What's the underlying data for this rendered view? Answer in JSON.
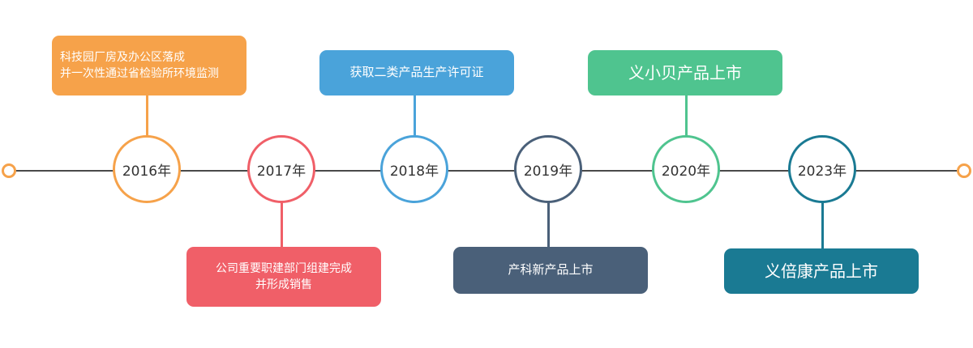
{
  "colors": {
    "orange": "#f6a24a",
    "red": "#f05f68",
    "blue": "#4aa3da",
    "slate": "#4a6079",
    "green": "#4fc48f",
    "teal": "#1a7a93",
    "axis": "#4a4a4a"
  },
  "icons": {
    "start": "circle-endpoint-icon",
    "end": "circle-endpoint-icon"
  },
  "timeline": [
    {
      "year": "2016年",
      "color": "orange",
      "event_lines": [
        "科技园厂房及办公区落成",
        "并一次性通过省检验所环境监测"
      ]
    },
    {
      "year": "2017年",
      "color": "red",
      "event_lines": [
        "公司重要职建部门组建完成",
        "并形成销售"
      ]
    },
    {
      "year": "2018年",
      "color": "blue",
      "event_lines": [
        "获取二类产品生产许可证"
      ]
    },
    {
      "year": "2019年",
      "color": "slate",
      "event_lines": [
        "产科新产品上市"
      ]
    },
    {
      "year": "2020年",
      "color": "green",
      "event_lines": [
        "义小贝产品上市"
      ]
    },
    {
      "year": "2023年",
      "color": "teal",
      "event_lines": [
        "义倍康产品上市"
      ]
    }
  ]
}
